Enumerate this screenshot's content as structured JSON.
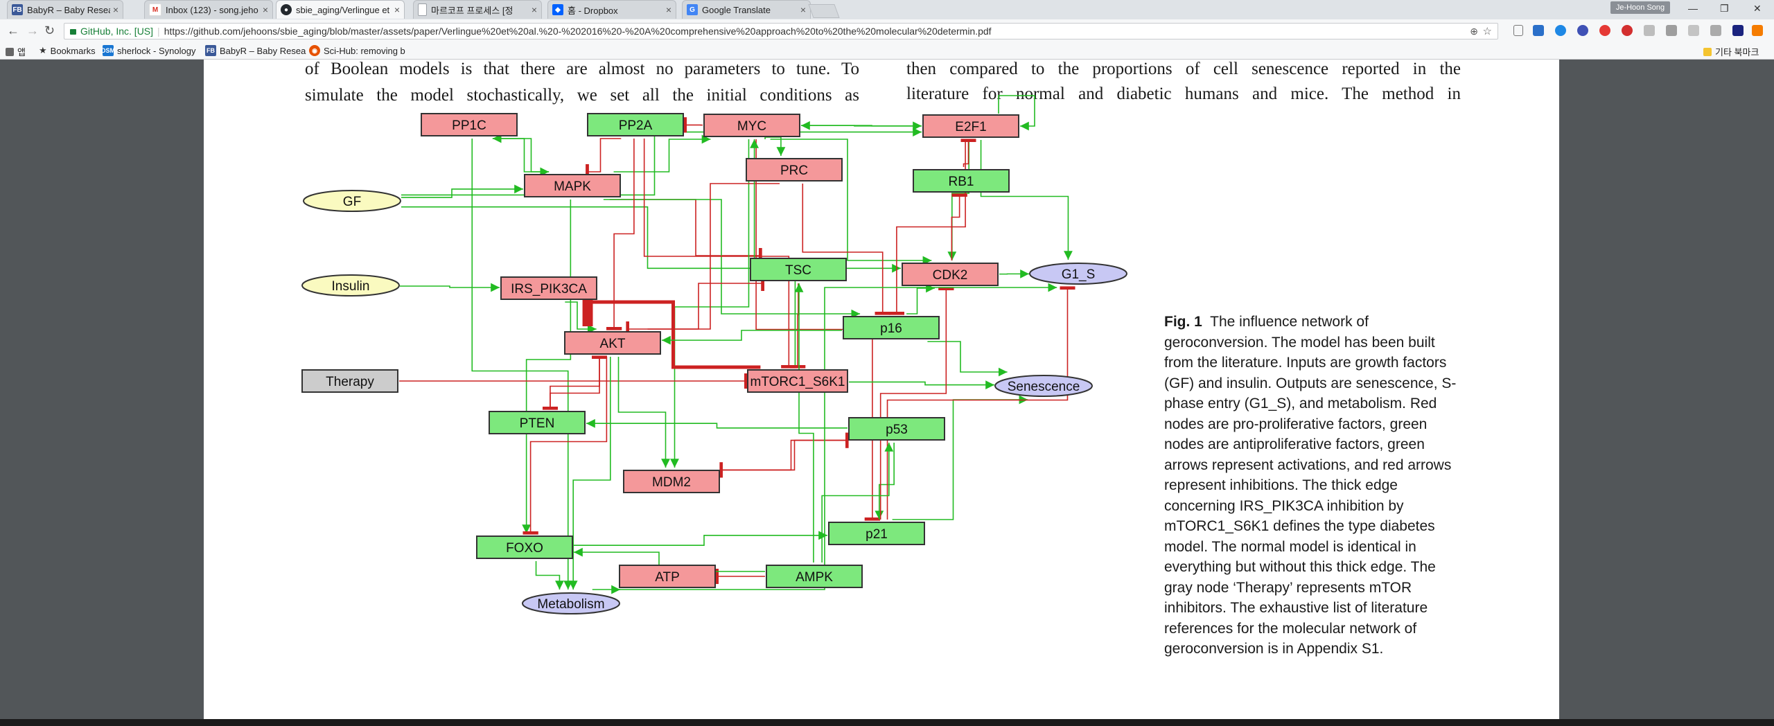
{
  "browser": {
    "tabs": [
      {
        "title": "BabyR – Baby Research",
        "icon": "fb-icon",
        "color": "#3b5998",
        "active": false
      },
      {
        "title": "Inbox (123) - song.jeho",
        "icon": "gmail-icon",
        "color": "#d93025",
        "active": false
      },
      {
        "title": "sbie_aging/Verlingue et",
        "icon": "github-icon",
        "color": "#24292e",
        "active": true
      },
      {
        "title": "마르코프 프로세스 [정",
        "icon": "doc-icon",
        "color": "#9aa0a6",
        "active": false
      },
      {
        "title": "홈 - Dropbox",
        "icon": "dropbox-icon",
        "color": "#0061ff",
        "active": false
      },
      {
        "title": "Google Translate",
        "icon": "translate-icon",
        "color": "#4285f4",
        "active": false
      }
    ],
    "profile_name": "Je-Hoon Song",
    "secure_label": "GitHub, Inc. [US]",
    "url": "https://github.com/jehoons/sbie_aging/blob/master/assets/paper/Verlingue%20et%20al.%20-%202016%20-%20A%20comprehensive%20approach%20to%20the%20molecular%20determin.pdf",
    "bookmarks": [
      {
        "label": "앱",
        "icon": "apps-icon"
      },
      {
        "label": "Bookmarks",
        "icon": "star-icon"
      },
      {
        "label": "sherlock - Synology",
        "icon": "synology-icon"
      },
      {
        "label": "BabyR – Baby Resea",
        "icon": "fb-icon"
      },
      {
        "label": "Sci-Hub: removing b",
        "icon": "scihub-icon"
      }
    ],
    "other_bookmarks": "기타 북마크"
  },
  "pdf": {
    "left_col": [
      "of Boolean models is that there are almost no parameters to tune. To",
      "simulate the model stochastically, we set all the initial conditions as"
    ],
    "right_col": [
      "then compared to the proportions of cell senescence reported in the",
      "literature for normal and diabetic humans and mice. The method in"
    ],
    "caption_label": "Fig. 1",
    "caption_text": "The influence network of geroconversion. The model has been built from the literature. Inputs are growth factors (GF) and insulin. Outputs are senescence, S-phase entry (G1_S), and metabolism. Red nodes are pro-proliferative factors, green nodes are antiproliferative factors, green arrows represent activations, and red arrows represent inhibitions. The thick edge concerning IRS_PIK3CA inhibition by mTORC1_S6K1 defines the type diabetes model. The normal model is identical in everything but without this thick edge. The gray node ‘Therapy’ represents mTOR inhibitors. The exhaustive list of literature references for the molecular network of geroconversion is in Appendix S1."
  },
  "network": {
    "colors": {
      "pro": "#f4989a",
      "anti": "#7de87d",
      "io": "#c8c8f4",
      "gf": "#fafac0",
      "therapy": "#cccccc",
      "act": "#22bb22",
      "inh": "#cc2222"
    },
    "nodes": [
      {
        "id": "PP1C",
        "label": "PP1C",
        "type": "pro"
      },
      {
        "id": "PP2A",
        "label": "PP2A",
        "type": "anti"
      },
      {
        "id": "MYC",
        "label": "MYC",
        "type": "pro"
      },
      {
        "id": "E2F1",
        "label": "E2F1",
        "type": "pro"
      },
      {
        "id": "MAPK",
        "label": "MAPK",
        "type": "pro"
      },
      {
        "id": "PRC",
        "label": "PRC",
        "type": "pro"
      },
      {
        "id": "RB1",
        "label": "RB1",
        "type": "anti"
      },
      {
        "id": "GF",
        "label": "GF",
        "type": "gf"
      },
      {
        "id": "TSC",
        "label": "TSC",
        "type": "anti"
      },
      {
        "id": "CDK2",
        "label": "CDK2",
        "type": "pro"
      },
      {
        "id": "G1_S",
        "label": "G1_S",
        "type": "io"
      },
      {
        "id": "Insulin",
        "label": "Insulin",
        "type": "gf"
      },
      {
        "id": "IRS_PIK3CA",
        "label": "IRS_PIK3CA",
        "type": "pro"
      },
      {
        "id": "p16",
        "label": "p16",
        "type": "anti"
      },
      {
        "id": "AKT",
        "label": "AKT",
        "type": "pro"
      },
      {
        "id": "Therapy",
        "label": "Therapy",
        "type": "therapy"
      },
      {
        "id": "mTORC1_S6K1",
        "label": "mTORC1_S6K1",
        "type": "pro"
      },
      {
        "id": "Senescence",
        "label": "Senescence",
        "type": "io"
      },
      {
        "id": "PTEN",
        "label": "PTEN",
        "type": "anti"
      },
      {
        "id": "p53",
        "label": "p53",
        "type": "anti"
      },
      {
        "id": "MDM2",
        "label": "MDM2",
        "type": "pro"
      },
      {
        "id": "p21",
        "label": "p21",
        "type": "anti"
      },
      {
        "id": "FOXO",
        "label": "FOXO",
        "type": "anti"
      },
      {
        "id": "ATP",
        "label": "ATP",
        "type": "pro"
      },
      {
        "id": "AMPK",
        "label": "AMPK",
        "type": "anti"
      },
      {
        "id": "Metabolism",
        "label": "Metabolism",
        "type": "io"
      }
    ],
    "edges": [
      [
        "GF",
        "MAPK",
        "act"
      ],
      [
        "GF",
        "E2F1",
        "act"
      ],
      [
        "GF",
        "CDK2",
        "act"
      ],
      [
        "Insulin",
        "IRS_PIK3CA",
        "act"
      ],
      [
        "MAPK",
        "PP1C",
        "act"
      ],
      [
        "MAPK",
        "MYC",
        "act"
      ],
      [
        "MAPK",
        "TSC",
        "inh"
      ],
      [
        "MAPK",
        "p16",
        "act"
      ],
      [
        "MAPK",
        "FOXO",
        "act"
      ],
      [
        "PP2A",
        "MAPK",
        "inh"
      ],
      [
        "PP2A",
        "AKT",
        "inh"
      ],
      [
        "PP2A",
        "mTORC1_S6K1",
        "inh"
      ],
      [
        "PP1C",
        "Metabolism",
        "act"
      ],
      [
        "PP1C",
        "MAPK",
        "act"
      ],
      [
        "MYC",
        "PRC",
        "act"
      ],
      [
        "MYC",
        "E2F1",
        "act"
      ],
      [
        "MYC",
        "CDK2",
        "act"
      ],
      [
        "MYC",
        "p21",
        "inh"
      ],
      [
        "MYC",
        "MDM2",
        "act"
      ],
      [
        "MYC",
        "PP2A",
        "inh"
      ],
      [
        "E2F1",
        "MYC",
        "act"
      ],
      [
        "E2F1",
        "E2F1",
        "act"
      ],
      [
        "E2F1",
        "CDK2",
        "act"
      ],
      [
        "E2F1",
        "G1_S",
        "act"
      ],
      [
        "E2F1",
        "p16",
        "inh"
      ],
      [
        "PRC",
        "p16",
        "inh"
      ],
      [
        "PRC",
        "AKT",
        "inh"
      ],
      [
        "RB1",
        "E2F1",
        "inh"
      ],
      [
        "CDK2",
        "RB1",
        "inh"
      ],
      [
        "CDK2",
        "G1_S",
        "act"
      ],
      [
        "IRS_PIK3CA",
        "AKT",
        "act"
      ],
      [
        "mTORC1_S6K1",
        "IRS_PIK3CA",
        "inh_thick"
      ],
      [
        "mTORC1_S6K1",
        "Senescence",
        "act"
      ],
      [
        "mTORC1_S6K1",
        "MYC",
        "act"
      ],
      [
        "Therapy",
        "mTORC1_S6K1",
        "inh"
      ],
      [
        "TSC",
        "mTORC1_S6K1",
        "inh"
      ],
      [
        "AKT",
        "TSC",
        "inh"
      ],
      [
        "AKT",
        "FOXO",
        "inh"
      ],
      [
        "AKT",
        "MDM2",
        "act"
      ],
      [
        "AKT",
        "PTEN",
        "inh"
      ],
      [
        "AKT",
        "Metabolism",
        "act"
      ],
      [
        "PTEN",
        "AKT",
        "inh"
      ],
      [
        "p16",
        "AKT",
        "act"
      ],
      [
        "p16",
        "Senescence",
        "act"
      ],
      [
        "p16",
        "CDK2",
        "act"
      ],
      [
        "p53",
        "PTEN",
        "act"
      ],
      [
        "p53",
        "p21",
        "act"
      ],
      [
        "p53",
        "MDM2",
        "inh"
      ],
      [
        "MDM2",
        "p53",
        "inh"
      ],
      [
        "p21",
        "CDK2",
        "inh"
      ],
      [
        "p21",
        "Senescence",
        "act"
      ],
      [
        "p21",
        "G1_S",
        "inh"
      ],
      [
        "FOXO",
        "Metabolism",
        "act"
      ],
      [
        "FOXO",
        "p21",
        "act"
      ],
      [
        "AMPK",
        "ATP",
        "inh"
      ],
      [
        "AMPK",
        "TSC",
        "act"
      ],
      [
        "AMPK",
        "FOXO",
        "act"
      ],
      [
        "AMPK",
        "p53",
        "act"
      ],
      [
        "ATP",
        "Metabolism",
        "act"
      ],
      [
        "Metabolism",
        "G1_S",
        "act"
      ]
    ]
  }
}
